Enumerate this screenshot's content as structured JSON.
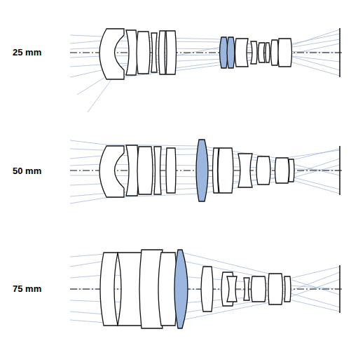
{
  "diagram": {
    "labels": [
      "25 mm",
      "50 mm",
      "75 mm"
    ]
  }
}
